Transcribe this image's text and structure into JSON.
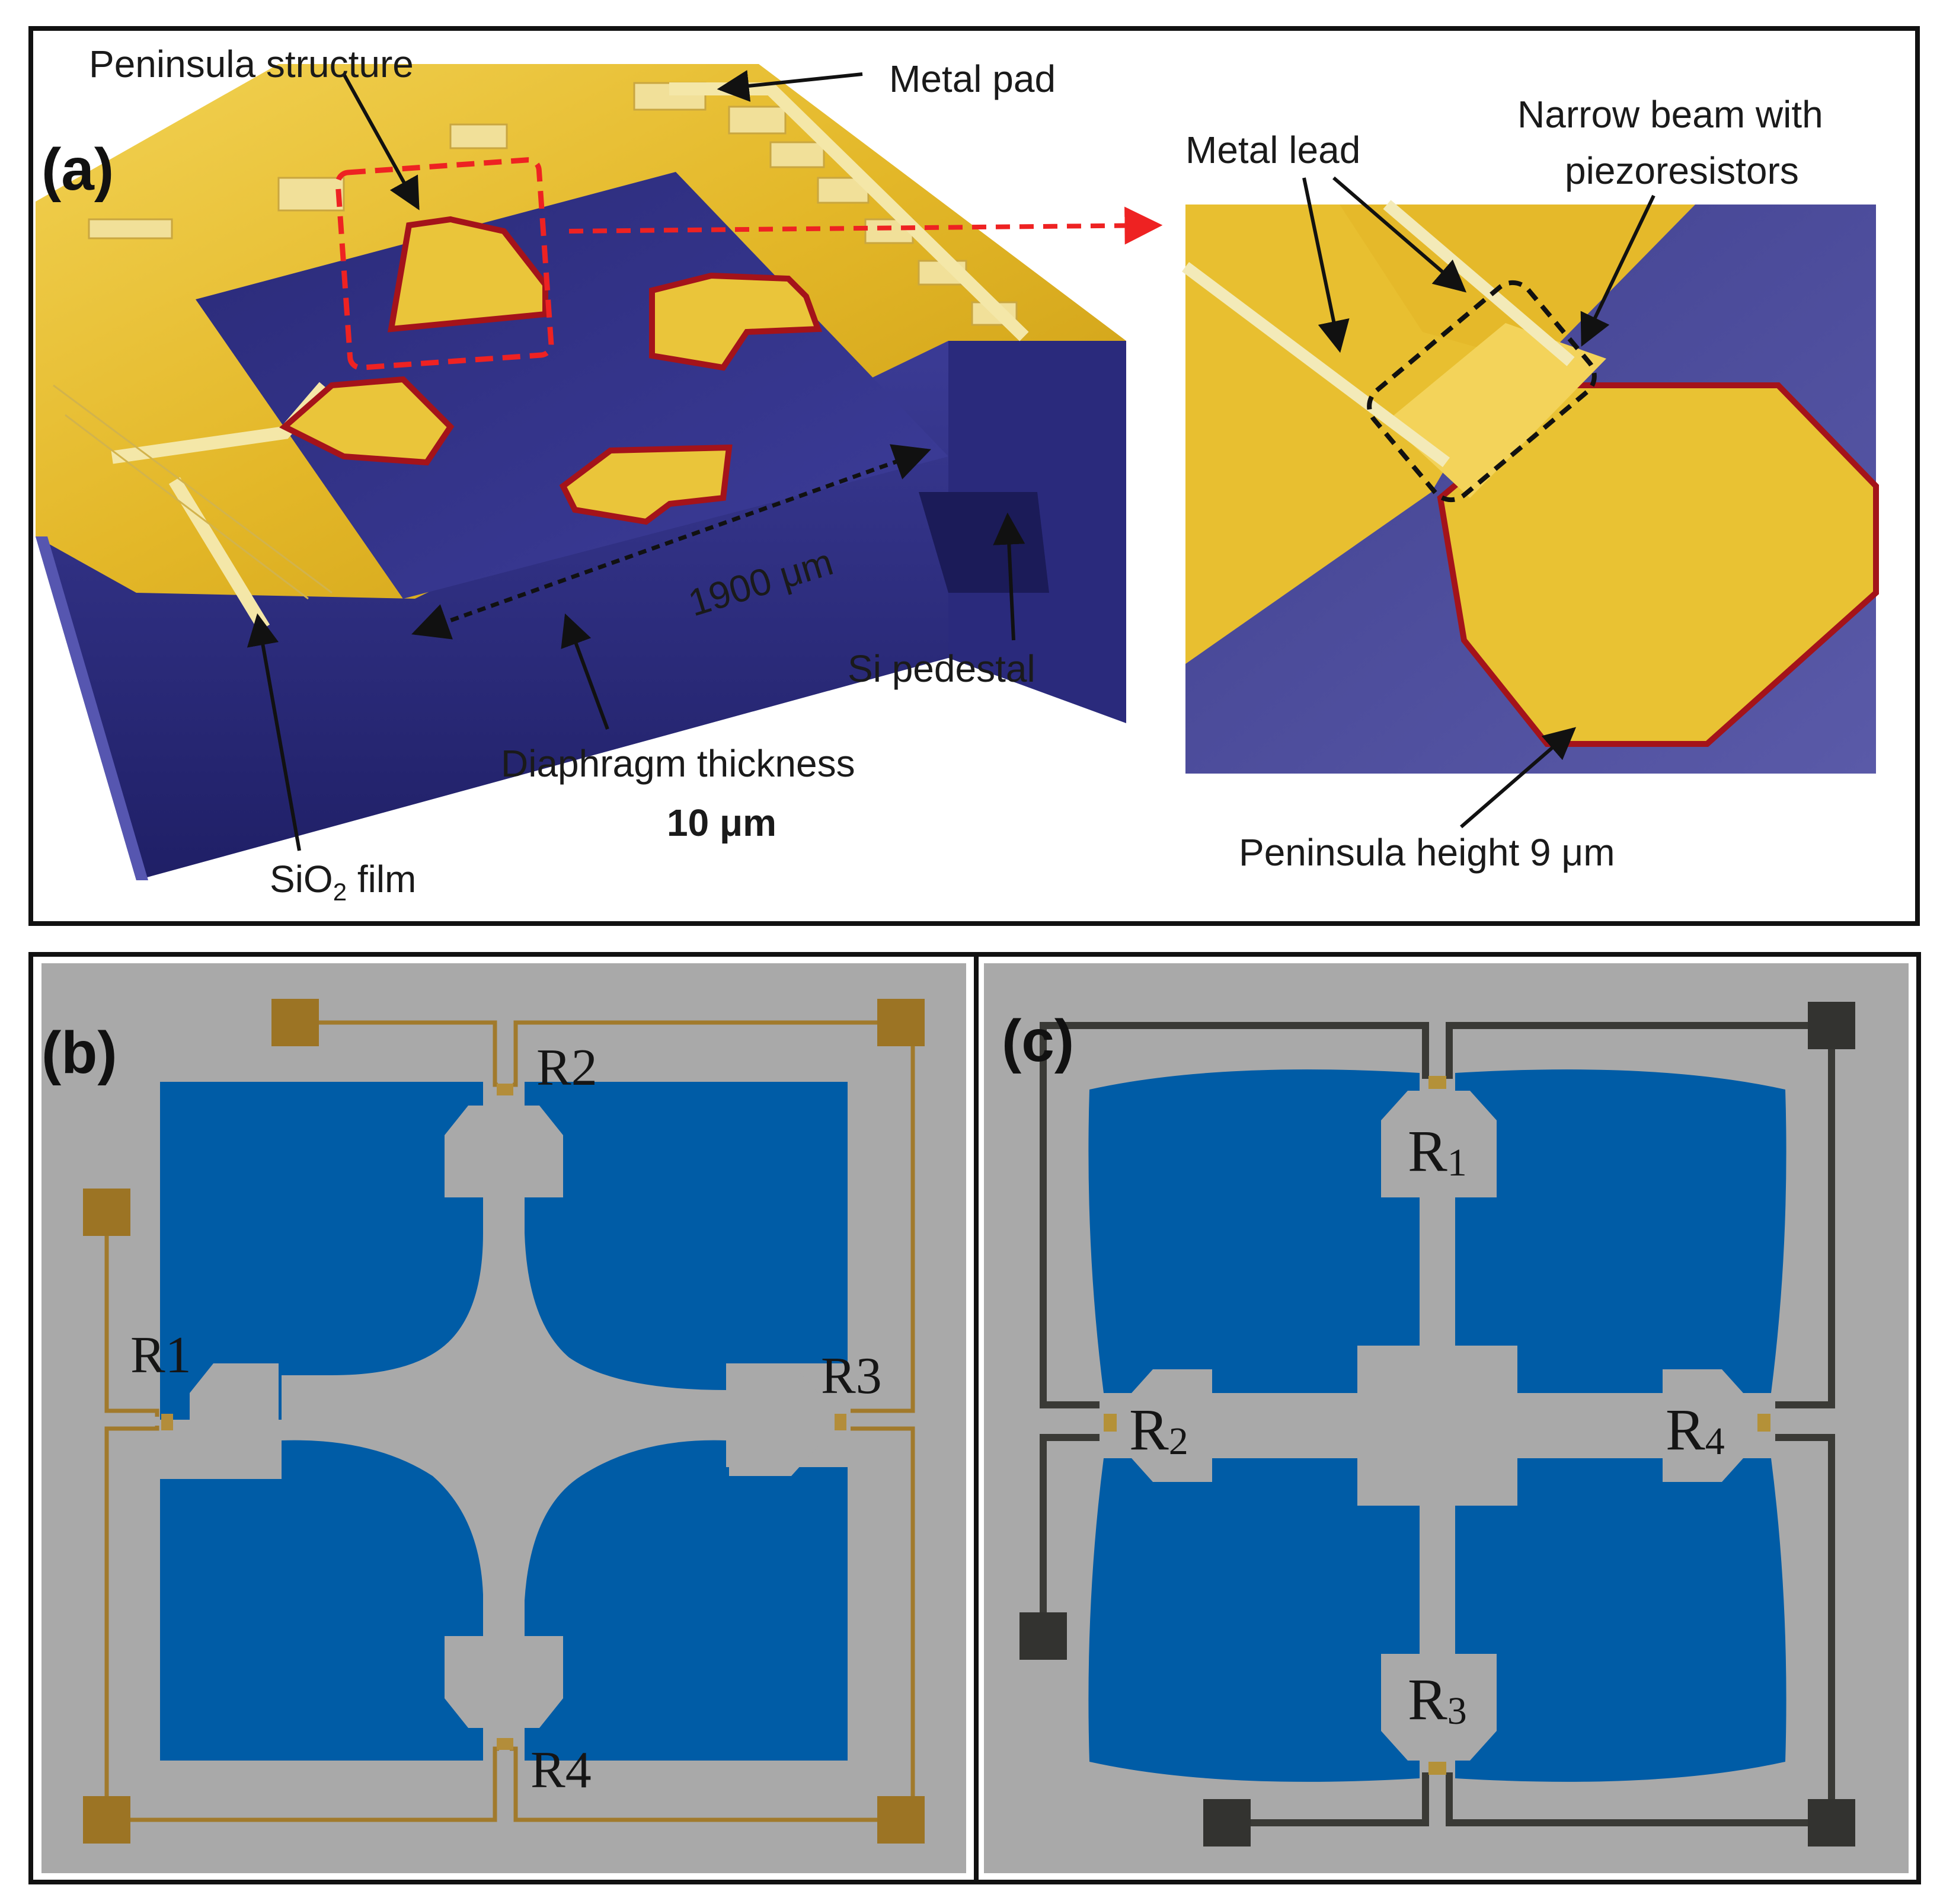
{
  "panels": {
    "a": {
      "letter": "(a)",
      "labels": {
        "peninsula_structure": "Peninsula structure",
        "metal_pad": "Metal pad",
        "metal_lead": "Metal lead",
        "narrow_beam_line1": "Narrow beam with",
        "narrow_beam_line2": "piezoresistors",
        "width": "1900 μm",
        "si_pedestal": "Si  pedestal",
        "diaphragm_line1": "Diaphragm thickness",
        "diaphragm_line2": "10 μm",
        "sio2_prefix": "SiO",
        "sio2_sub": "2",
        "sio2_suffix": " film",
        "peninsula_height": "Peninsula height 9 μm"
      }
    },
    "b": {
      "letter": "(b)",
      "resistors": [
        "R1",
        "R2",
        "R3",
        "R4"
      ]
    },
    "c": {
      "letter": "(c)",
      "resistor_prefix": "R",
      "resistor_subs": [
        "1",
        "2",
        "3",
        "4"
      ]
    }
  },
  "colors": {
    "gold": "#e3b728",
    "gold_light": "#f1d466",
    "navy": "#33338a",
    "blue": "#005ca6",
    "gray": "#a9a9a9",
    "pad_brown": "#9c7424",
    "pad_dark": "#333330",
    "red_dashed": "#ee2222"
  }
}
